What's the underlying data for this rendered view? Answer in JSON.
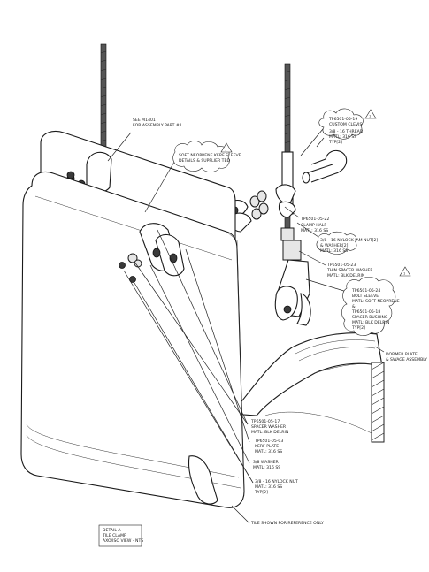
{
  "callouts": {
    "see_m1401": [
      "SEE M1401",
      "FOR ASSEMBLY PART #1"
    ],
    "soft_neoprene": [
      "SOFT NEOPRENE KERF SLEEVE",
      "DETAILS & SUPPLIER TBD"
    ],
    "custom_clevis": [
      "TP6501-05-19",
      "CUSTOM CLEVIS",
      "3/8 - 16 THREAD",
      "MATL: 316 SS",
      "TYP[2]"
    ],
    "clamp_half": [
      "TP6501-05-22",
      "CLAMP HALF",
      "MATL: 316 SS"
    ],
    "jam_nut": [
      "3/8 - 16 NYLOCK JAM NUT[2]",
      "& WASHER[2]",
      "MATL: 316 SS"
    ],
    "spacer_washer_thin": [
      "TP6501-05-23",
      "THIN SPACER WASHER",
      "MATL: BLK DELRIN"
    ],
    "bolt_sleeve": [
      "TP6501-05-24",
      "BOLT SLEEVE",
      "MATL: SOFT NEOPRENE",
      "&",
      "TP6501-05-18",
      "SPACER BUSHING",
      "MATL: BLK DELRIN",
      "TYP[2]"
    ],
    "dormer_plate": [
      "DORMER PLATE",
      "& SWAGE ASSEMBLY"
    ],
    "spacer_washer": [
      "TP6501-05-17",
      "SPACER WASHER",
      "MATL: BLK DELRIN"
    ],
    "kerf_plate": [
      "TP6501-05-03",
      "KERF PLATE",
      "MATL: 316 SS"
    ],
    "washer": [
      "3/8 WASHER",
      "MATL: 316 SS"
    ],
    "nylock_nut": [
      "3/8 - 16 NYLOCK NUT",
      "MATL: 316 SS",
      "TYP[2]"
    ],
    "tile_ref": [
      "TILE SHOWN FOR REFERENCE ONLY"
    ]
  },
  "revision_marker": "1",
  "title_block": [
    "DETAIL A",
    "TILE CLAMP",
    "AXO/ISO VIEW - NTS"
  ]
}
